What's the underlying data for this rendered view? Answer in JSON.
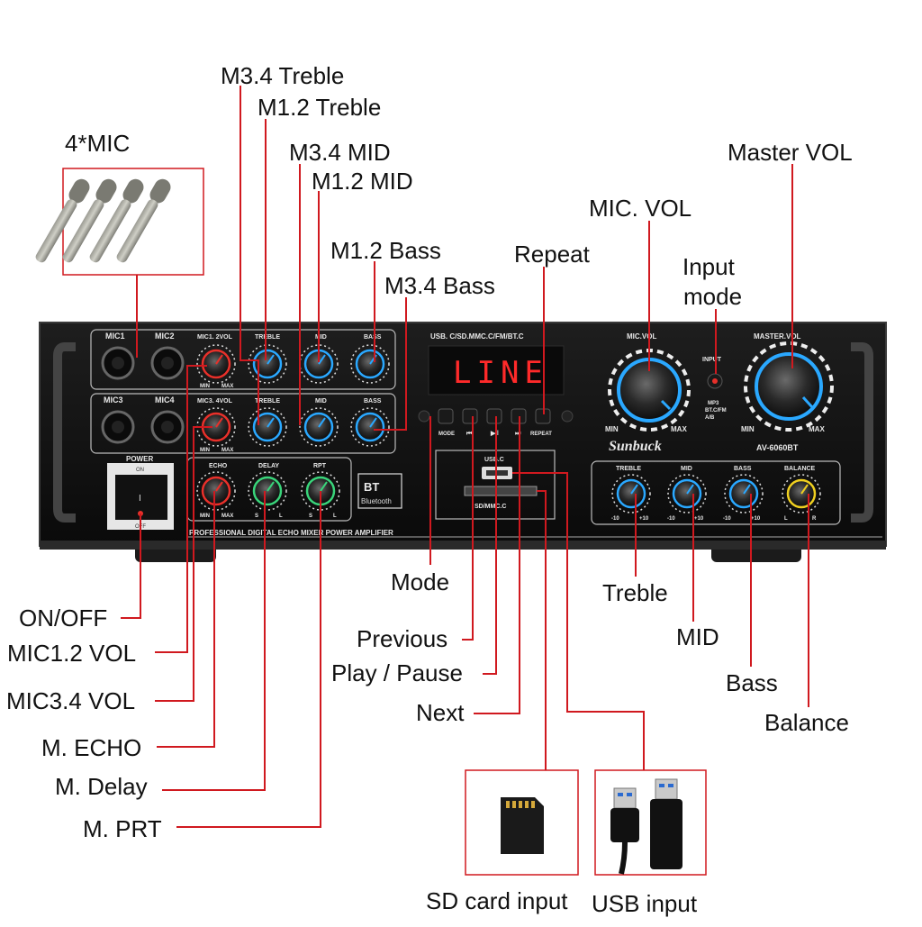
{
  "callouts": {
    "mic4": "4*MIC",
    "m34_treble": "M3.4 Treble",
    "m12_treble": "M1.2 Treble",
    "m34_mid": "M3.4 MID",
    "m12_mid": "M1.2 MID",
    "m12_bass": "M1.2 Bass",
    "m34_bass": "M3.4 Bass",
    "repeat": "Repeat",
    "mic_vol": "MIC. VOL",
    "master_vol": "Master VOL",
    "input_mode_l1": "Input",
    "input_mode_l2": "mode",
    "on_off": "ON/OFF",
    "mic12_vol": "MIC1.2 VOL",
    "mic34_vol": "MIC3.4 VOL",
    "m_echo": "M. ECHO",
    "m_delay": "M. Delay",
    "m_prt": "M. PRT",
    "mode": "Mode",
    "previous": "Previous",
    "play_pause": "Play / Pause",
    "next": "Next",
    "treble": "Treble",
    "mid": "MID",
    "bass": "Bass",
    "balance": "Balance",
    "sd_input": "SD card input",
    "usb_input": "USB input"
  },
  "panel": {
    "mic1": "MIC1",
    "mic2": "MIC2",
    "mic3": "MIC3",
    "mic4": "MIC4",
    "mic12vol": "MIC1. 2VOL",
    "mic34vol": "MIC3. 4VOL",
    "treble": "TREBLE",
    "mid": "MID",
    "bass": "BASS",
    "min": "MIN",
    "max": "MAX",
    "minus": "−",
    "plus": "+",
    "echo": "ECHO",
    "delay": "DELAY",
    "rpt": "RPT",
    "s": "S",
    "l": "L",
    "power": "POWER",
    "on": "ON",
    "off": "OFF",
    "switch_mark": "I",
    "bt": "BT",
    "bluetooth": "Bluetooth",
    "source_line": "USB. C/SD.MMC.C/FM/BT.C",
    "display": "LINE",
    "mode_btn": "MODE",
    "repeat_btn": "REPEAT",
    "usb_c": "USB.C",
    "sd_mmc": "SD/MMC.C",
    "mic_vol": "MIC.VOL",
    "master_vol": "MASTER.VOL",
    "input": "INPUT",
    "input_opts_1": "MP3",
    "input_opts_2": "BT.C/FM",
    "input_opts_3": "A/B",
    "brand": "Sunbuck",
    "model": "AV-6060BT",
    "balance": "BALANCE",
    "minus10": "-10",
    "plus10": "+10",
    "r": "R",
    "footer": "PROFESSIONAL DIGITAL ECHO MIXER POWER AMPLIFIER"
  },
  "colors": {
    "leader": "#d0191f",
    "panel": "#111111",
    "knob_ring_red": "#e8302a",
    "knob_ring_blue": "#2aa8ff",
    "knob_ring_green": "#39d47a",
    "knob_ring_yellow": "#f0d020",
    "display_red": "#ff2a2a"
  }
}
